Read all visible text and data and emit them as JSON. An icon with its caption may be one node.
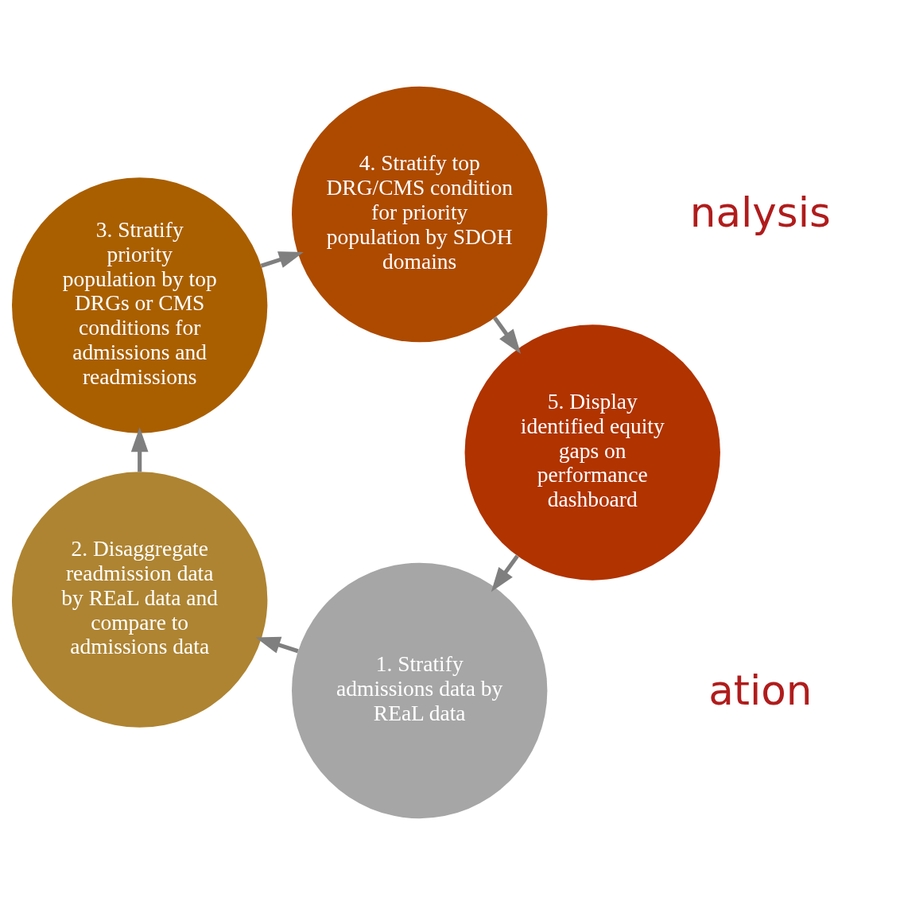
{
  "diagram": {
    "nodes": [
      {
        "text": [
          "1. Stratify admissions data by REaL data"
        ]
      },
      {
        "text": [
          "2. Disaggregate readmission data by REaL data and compare to admissions data"
        ]
      },
      {
        "text": [
          "3. Stratify priority population by top DRGs or CMS conditions for admissions and readmissions"
        ]
      },
      {
        "text": [
          "4. Stratify top DRG/CMS condition for priority population by SDOH domains"
        ]
      },
      {
        "text": [
          "5. Display identified equity gaps on performance dashboard"
        ]
      }
    ],
    "edges": [
      {
        "from": 0,
        "to": 1,
        "arrow": "to"
      },
      {
        "from": 1,
        "to": 2,
        "arrow": "to"
      },
      {
        "from": 2,
        "to": 3,
        "arrow": "to"
      },
      {
        "from": 3,
        "to": 4,
        "arrow": "to"
      },
      {
        "from": 4,
        "to": 0,
        "arrow": "to"
      }
    ],
    "labels": [
      "nalysis",
      "ation"
    ]
  }
}
